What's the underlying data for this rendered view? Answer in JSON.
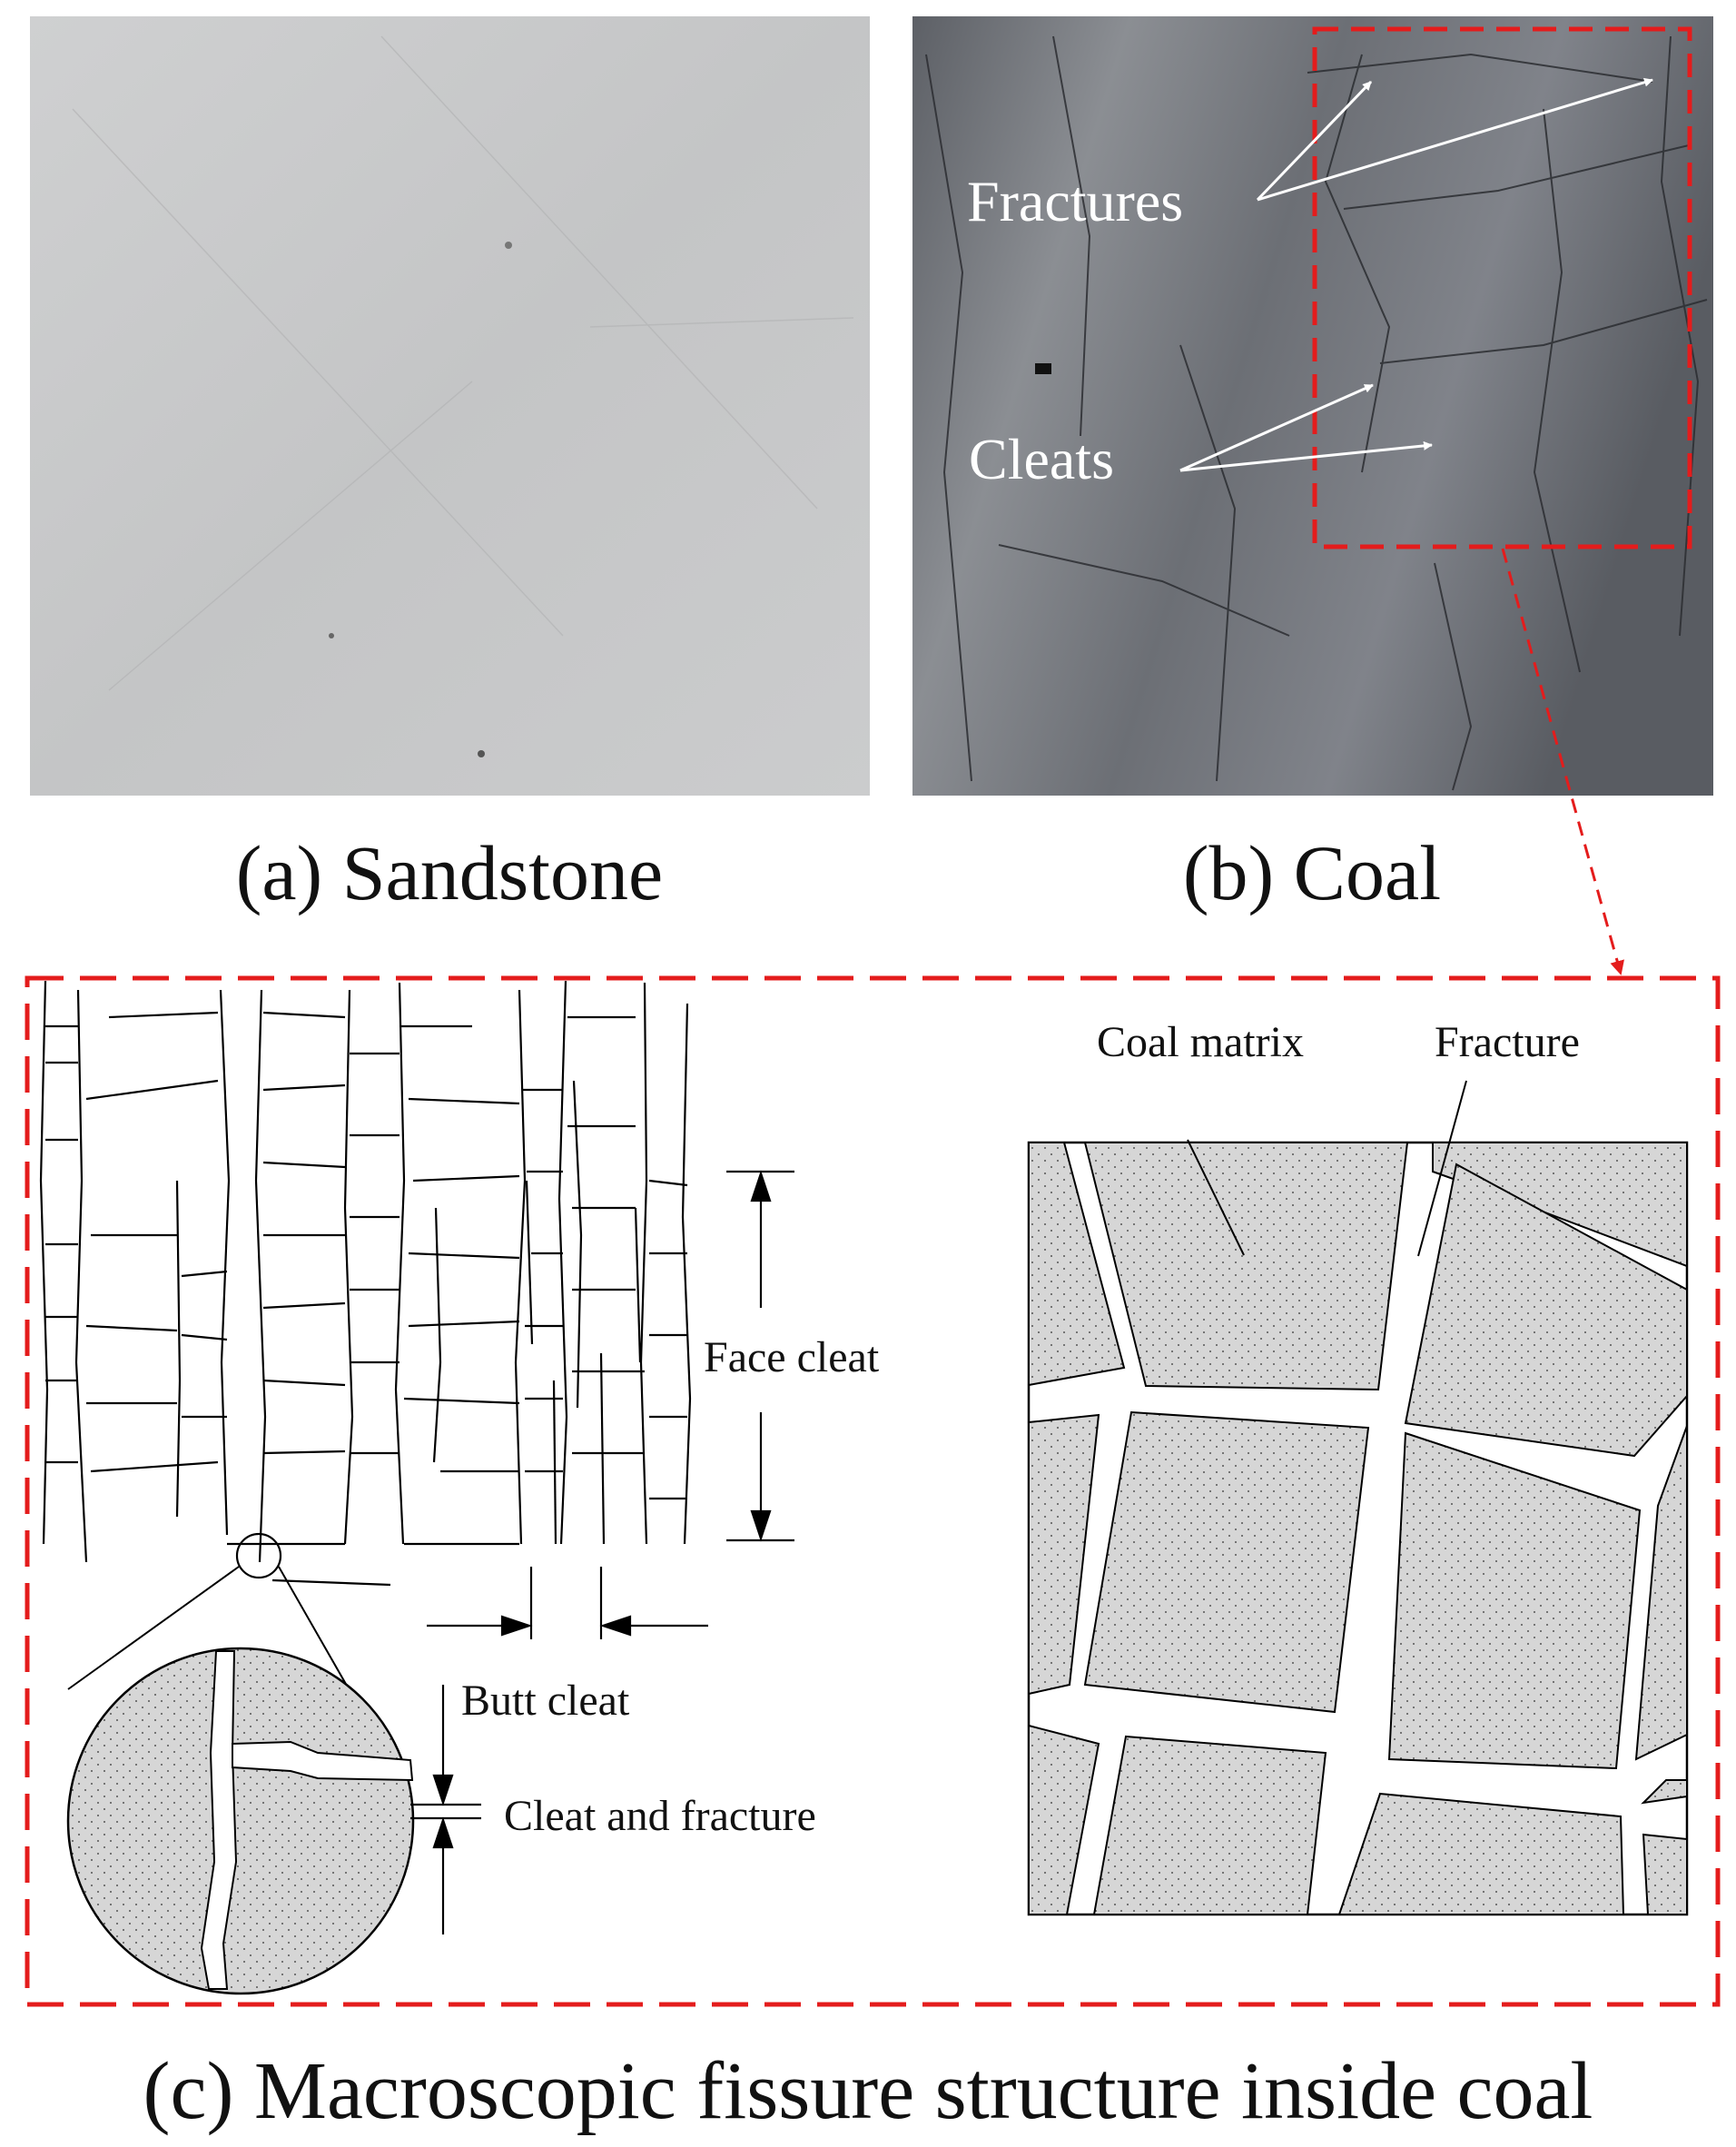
{
  "panels": {
    "a": {
      "caption": "(a) Sandstone"
    },
    "b": {
      "caption": "(b) Coal",
      "label_fractures": "Fractures",
      "label_cleats": "Cleats"
    },
    "c": {
      "caption": "(c)  Macroscopic fissure structure inside coal",
      "label_face_cleat": "Face cleat",
      "label_butt_cleat": "Butt cleat",
      "label_cleat_fracture": "Cleat and fracture",
      "label_coal_matrix": "Coal matrix",
      "label_fracture": "Fracture"
    }
  },
  "colors": {
    "highlight_box": "#e41c1c",
    "matrix_fill": "#d6d6d6",
    "sandstone": "#c9cacb",
    "coal": "#7a7d82"
  }
}
